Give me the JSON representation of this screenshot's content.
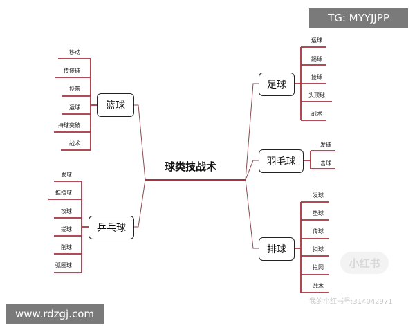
{
  "center": "球类技战术",
  "branches": {
    "basketball": {
      "label": "篮球",
      "items": [
        "移动",
        "传接球",
        "投篮",
        "运球",
        "持球突破",
        "战术"
      ]
    },
    "pingpong": {
      "label": "乒乓球",
      "items": [
        "发球",
        "推挡球",
        "攻球",
        "搓球",
        "削球",
        "弧圈球"
      ]
    },
    "football": {
      "label": "足球",
      "items": [
        "运球",
        "踢球",
        "接球",
        "头顶球",
        "战术"
      ]
    },
    "badminton": {
      "label": "羽毛球",
      "items": [
        "发球",
        "击球"
      ]
    },
    "volleyball": {
      "label": "排球",
      "items": [
        "发球",
        "垫球",
        "传球",
        "扣球",
        "拦网",
        "战术"
      ]
    }
  },
  "colors": {
    "branch_line": "#a8323e",
    "connector": "#8a4a50"
  },
  "watermarks": {
    "tg": "TG: MYYJJPP",
    "site": "www.rdzgj.com",
    "logo": "小红书",
    "account": "我的小红书号:314042971"
  }
}
